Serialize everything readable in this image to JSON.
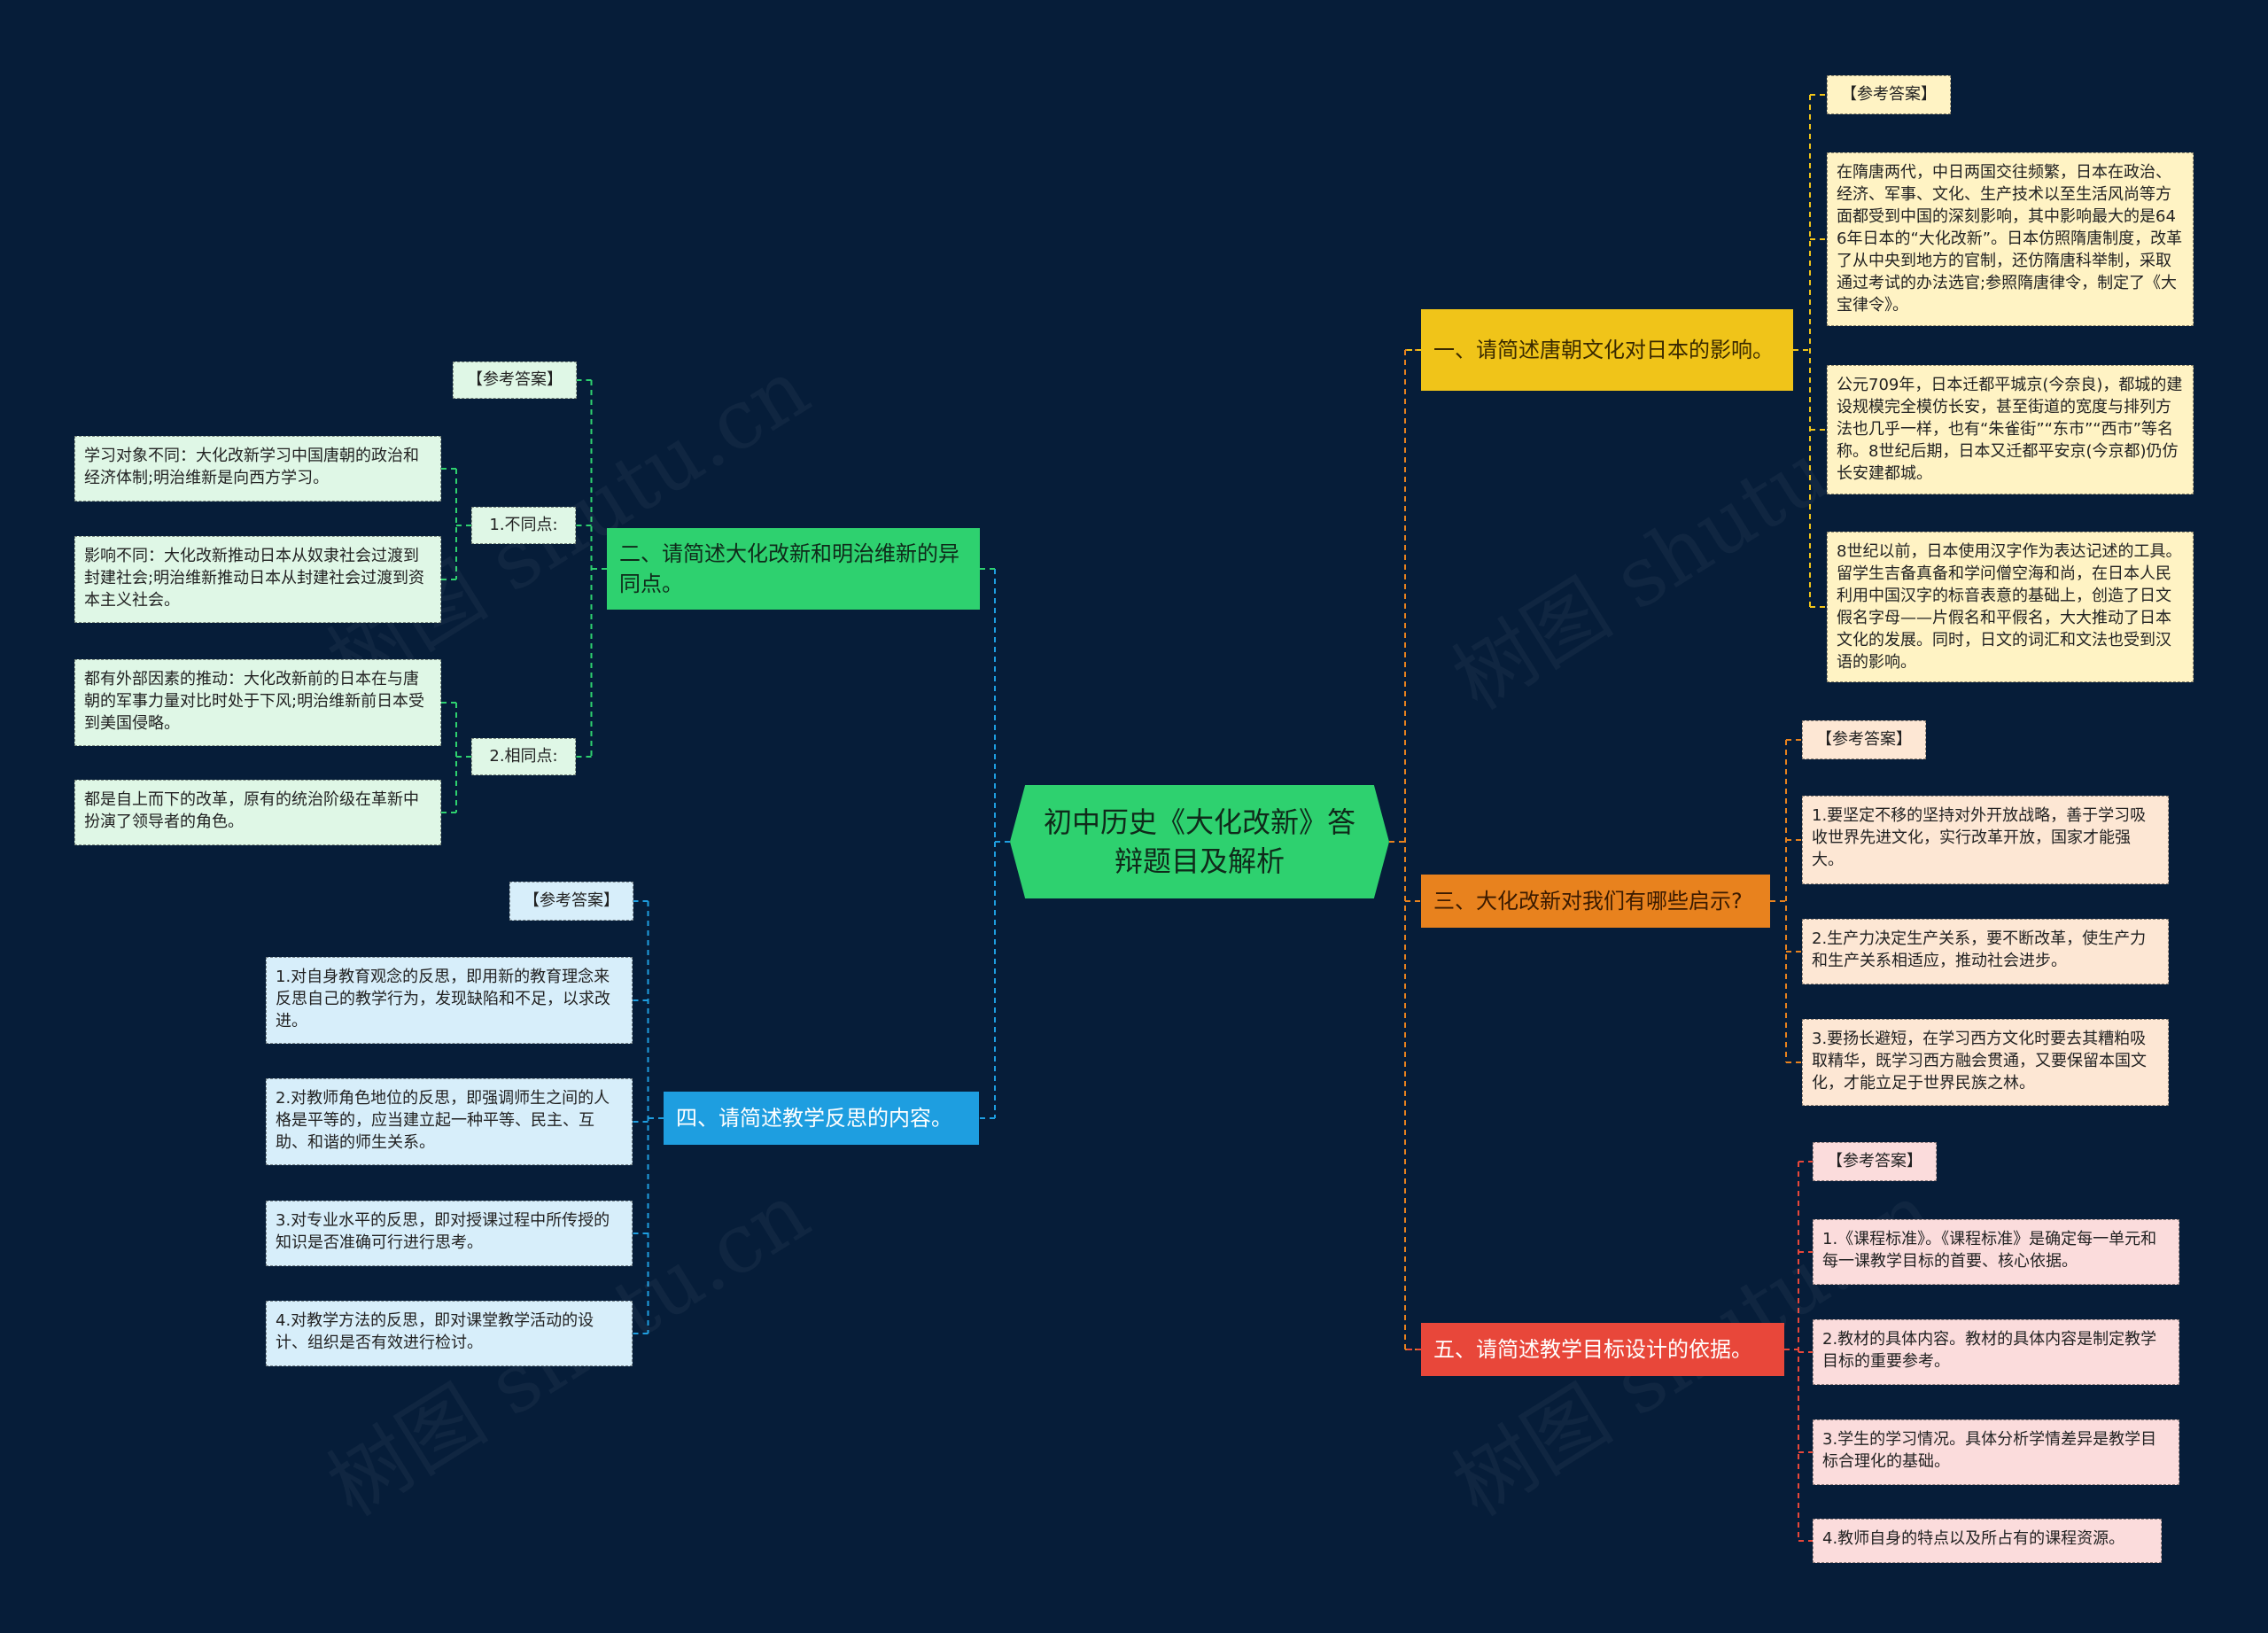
{
  "colors": {
    "background": "#061d39",
    "root": "#2ed16f",
    "branch1": "#f0c419",
    "branch2": "#2ed16f",
    "branch3": "#e8821e",
    "branch4": "#1e9ee0",
    "branch5": "#e8473a"
  },
  "watermark": "树图 shutu.cn",
  "root": {
    "title": "初中历史《大化改新》答辩题目及解析"
  },
  "branches": {
    "b1": {
      "title": "一、请简述唐朝文化对日本的影响。",
      "tag": "【参考答案】",
      "items": [
        "在隋唐两代，中日两国交往频繁，日本在政治、经济、军事、文化、生产技术以至生活风尚等方面都受到中国的深刻影响，其中影响最大的是646年日本的“大化改新”。日本仿照隋唐制度，改革了从中央到地方的官制，还仿隋唐科举制，采取通过考试的办法选官;参照隋唐律令，制定了《大宝律令》。",
        "公元709年，日本迁都平城京(今奈良)，都城的建设规模完全模仿长安，甚至街道的宽度与排列方法也几乎一样，也有“朱雀街”“东市”“西市”等名称。8世纪后期，日本又迁都平安京(今京都)仍仿长安建都城。",
        "8世纪以前，日本使用汉字作为表达记述的工具。留学生吉备真备和学问僧空海和尚，在日本人民利用中国汉字的标音表意的基础上，创造了日文假名字母——片假名和平假名，大大推动了日本文化的发展。同时，日文的词汇和文法也受到汉语的影响。"
      ]
    },
    "b2": {
      "title": "二、请简述大化改新和明治维新的异同点。",
      "tag": "【参考答案】",
      "diff_label": "1.不同点:",
      "same_label": "2.相同点:",
      "diff_items": [
        "学习对象不同：大化改新学习中国唐朝的政治和经济体制;明治维新是向西方学习。",
        "影响不同：大化改新推动日本从奴隶社会过渡到封建社会;明治维新推动日本从封建社会过渡到资本主义社会。"
      ],
      "same_items": [
        "都有外部因素的推动：大化改新前的日本在与唐朝的军事力量对比时处于下风;明治维新前日本受到美国侵略。",
        "都是自上而下的改革，原有的统治阶级在革新中扮演了领导者的角色。"
      ]
    },
    "b3": {
      "title": "三、大化改新对我们有哪些启示?",
      "tag": "【参考答案】",
      "items": [
        "1.要坚定不移的坚持对外开放战略，善于学习吸收世界先进文化，实行改革开放，国家才能强大。",
        "2.生产力决定生产关系，要不断改革，使生产力和生产关系相适应，推动社会进步。",
        "3.要扬长避短，在学习西方文化时要去其糟粕吸取精华，既学习西方融会贯通，又要保留本国文化，才能立足于世界民族之林。"
      ]
    },
    "b4": {
      "title": "四、请简述教学反思的内容。",
      "tag": "【参考答案】",
      "items": [
        "1.对自身教育观念的反思，即用新的教育理念来反思自己的教学行为，发现缺陷和不足，以求改进。",
        "2.对教师角色地位的反思，即强调师生之间的人格是平等的，应当建立起一种平等、民主、互助、和谐的师生关系。",
        "3.对专业水平的反思，即对授课过程中所传授的知识是否准确可行进行思考。",
        "4.对教学方法的反思，即对课堂教学活动的设计、组织是否有效进行检讨。"
      ]
    },
    "b5": {
      "title": "五、请简述教学目标设计的依据。",
      "tag": "【参考答案】",
      "items": [
        "1.《课程标准》。《课程标准》是确定每一单元和每一课教学目标的首要、核心依据。",
        "2.教材的具体内容。教材的具体内容是制定教学目标的重要参考。",
        "3.学生的学习情况。具体分析学情差异是教学目标合理化的基础。",
        "4.教师自身的特点以及所占有的课程资源。"
      ]
    }
  }
}
